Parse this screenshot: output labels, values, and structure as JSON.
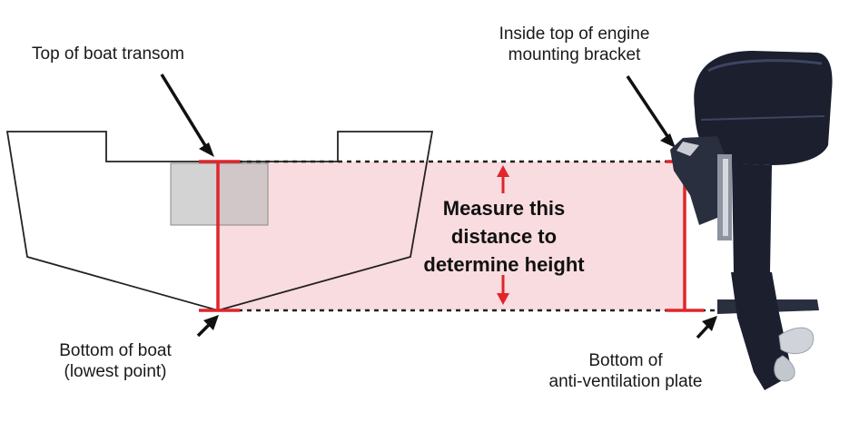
{
  "labels": {
    "top_transom": "Top of boat transom",
    "bracket_line1": "Inside top of engine",
    "bracket_line2": "mounting bracket",
    "measure_line1": "Measure this",
    "measure_line2": "distance to",
    "measure_line3": "determine height",
    "bottom_boat_line1": "Bottom of boat",
    "bottom_boat_line2": "(lowest point)",
    "bottom_plate_line1": "Bottom of",
    "bottom_plate_line2": "anti-ventilation plate"
  },
  "colors": {
    "measure_red": "#e0252b",
    "band_fill": "#f9dcdf",
    "outline": "#222222",
    "engine": "#1b1f2e"
  },
  "icons": [
    "arrow-pointer-icon",
    "double-arrow-icon",
    "outboard-engine-illustration"
  ]
}
